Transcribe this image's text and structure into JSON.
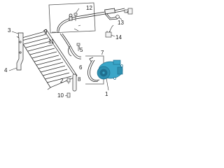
{
  "callouts": {
    "c1": "1",
    "c2": "2",
    "c3": "3",
    "c4": "4",
    "c5": "5",
    "c6": "6",
    "c7": "7",
    "c8": "8",
    "c9": "9",
    "c10": "10",
    "c11": "11",
    "c12": "12",
    "c13": "13",
    "c14": "14"
  },
  "colors": {
    "line": "#2b2b2b",
    "compressor": "#3aa6c8",
    "compressor_dark": "#1f6f8f"
  }
}
